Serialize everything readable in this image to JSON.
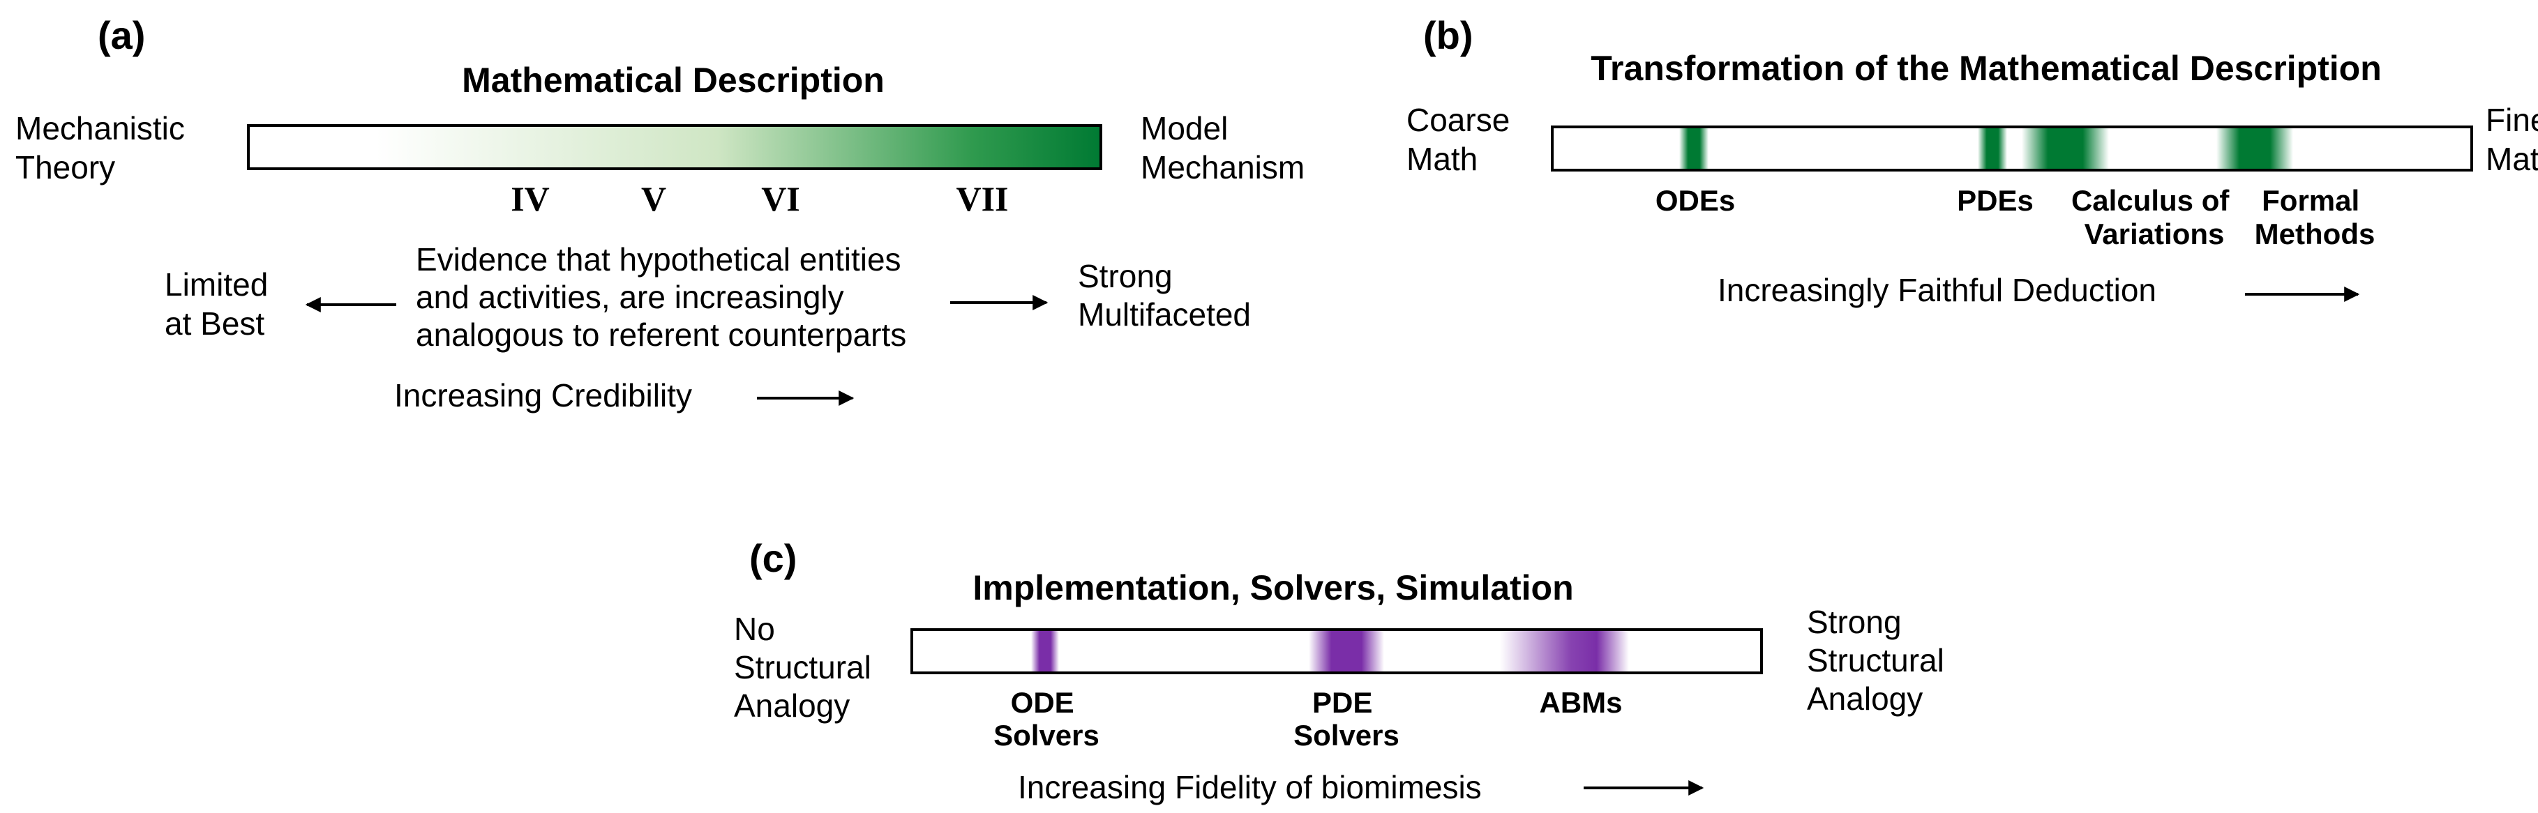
{
  "panel_a": {
    "letter": "(a)",
    "title": "Mathematical Description",
    "left_label": [
      "Mechanistic",
      "Theory"
    ],
    "right_label": [
      "Model",
      "Mechanism"
    ],
    "bar_color": "#007a33",
    "numerals": [
      "IV",
      "V",
      "VI",
      "VII"
    ],
    "evidence_text": [
      "Evidence that hypothetical entities",
      "and activities, are increasingly",
      "analogous to referent counterparts"
    ],
    "left_end": [
      "Limited",
      "at Best"
    ],
    "right_end": [
      "Strong",
      "Multifaceted"
    ],
    "axis_text": "Increasing Credibility"
  },
  "panel_b": {
    "letter": "(b)",
    "title": "Transformation of the Mathematical Description",
    "left_label": [
      "Coarse",
      "Math"
    ],
    "right_label": [
      "Fine",
      "Math"
    ],
    "band_color": "#007a33",
    "bands": [
      {
        "label": [
          "ODEs"
        ]
      },
      {
        "label": [
          "PDEs"
        ]
      },
      {
        "label": [
          "Calculus of",
          "Variations"
        ]
      },
      {
        "label": [
          "Formal",
          "Methods"
        ]
      }
    ],
    "axis_text": "Increasingly Faithful Deduction"
  },
  "panel_c": {
    "letter": "(c)",
    "title": "Implementation, Solvers, Simulation",
    "left_label": [
      "No",
      "Structural",
      "Analogy"
    ],
    "right_label": [
      "Strong",
      "Structural",
      "Analogy"
    ],
    "band_color": "#7a2ea8",
    "bands": [
      {
        "label": [
          "ODE",
          "Solvers"
        ]
      },
      {
        "label": [
          "PDE",
          "Solvers"
        ]
      },
      {
        "label": [
          "ABMs"
        ]
      }
    ],
    "axis_text": "Increasing Fidelity of biomimesis"
  }
}
